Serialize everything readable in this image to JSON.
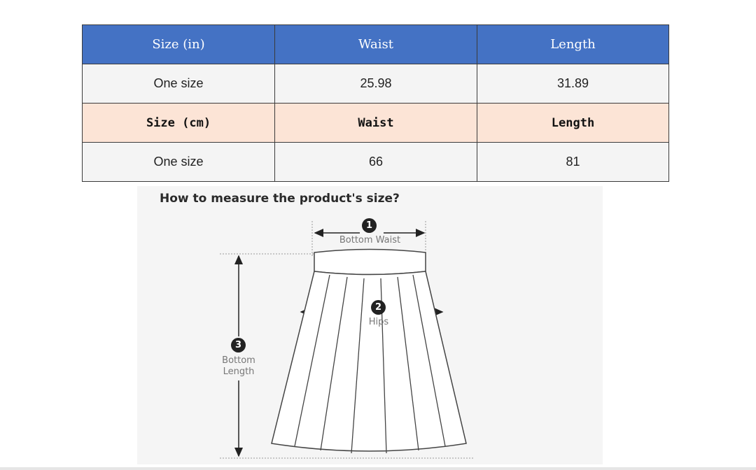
{
  "table": {
    "inch": {
      "header": [
        "Size  (in)",
        "Waist",
        "Length"
      ],
      "row": [
        "One size",
        "25.98",
        "31.89"
      ]
    },
    "cm": {
      "header": [
        "Size  (cm)",
        "Waist",
        "Length"
      ],
      "row": [
        "One size",
        "66",
        "81"
      ]
    }
  },
  "guide": {
    "title": "How to measure the product's size?",
    "measures": [
      {
        "num": "1",
        "label": "Bottom Waist"
      },
      {
        "num": "2",
        "label": "Hips"
      },
      {
        "num": "3",
        "label": "Bottom Length"
      }
    ]
  },
  "colors": {
    "inch_header_bg": "#4472c4",
    "cm_header_bg": "#fce4d6",
    "value_row_bg": "#f4f4f4"
  }
}
